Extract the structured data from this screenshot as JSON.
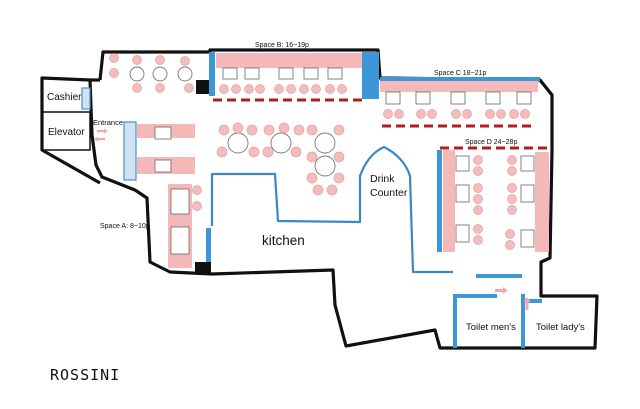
{
  "brand": "ROSSINI",
  "areas": {
    "space_a": "Space A: 8~10p",
    "space_b": "Space B: 16~19p",
    "space_c": "Space C 18~21p",
    "space_d": "Space D 24~28p"
  },
  "rooms": {
    "cashier": "Cashier",
    "elevator": "Elevator",
    "entrance": "Entrance",
    "kitchen": "kitchen",
    "drink_counter_line1": "Drink",
    "drink_counter_line2": "Counter",
    "toilet_men": "Toilet men's",
    "toilet_lady": "Toilet lady's"
  },
  "colors": {
    "wall": "#111111",
    "partition": "#3a88c6",
    "seat": "#f4bcbc",
    "area_divider": "#b21d1d"
  }
}
